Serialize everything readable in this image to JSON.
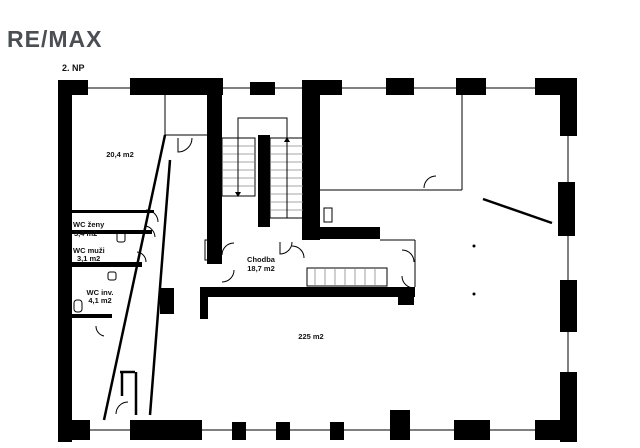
{
  "brand": {
    "logo_text": "RE/MAX"
  },
  "floor_label": "2. NP",
  "rooms": [
    {
      "name": "",
      "area": "20,4 m2"
    },
    {
      "name": "WC ženy",
      "area": "3,4 m2"
    },
    {
      "name": "WC muži",
      "area": "3,1 m2"
    },
    {
      "name": "WC inv.",
      "area": "4,1 m2"
    },
    {
      "name": "Chodba",
      "area": "18,7 m2"
    },
    {
      "name": "",
      "area": "225 m2"
    }
  ]
}
